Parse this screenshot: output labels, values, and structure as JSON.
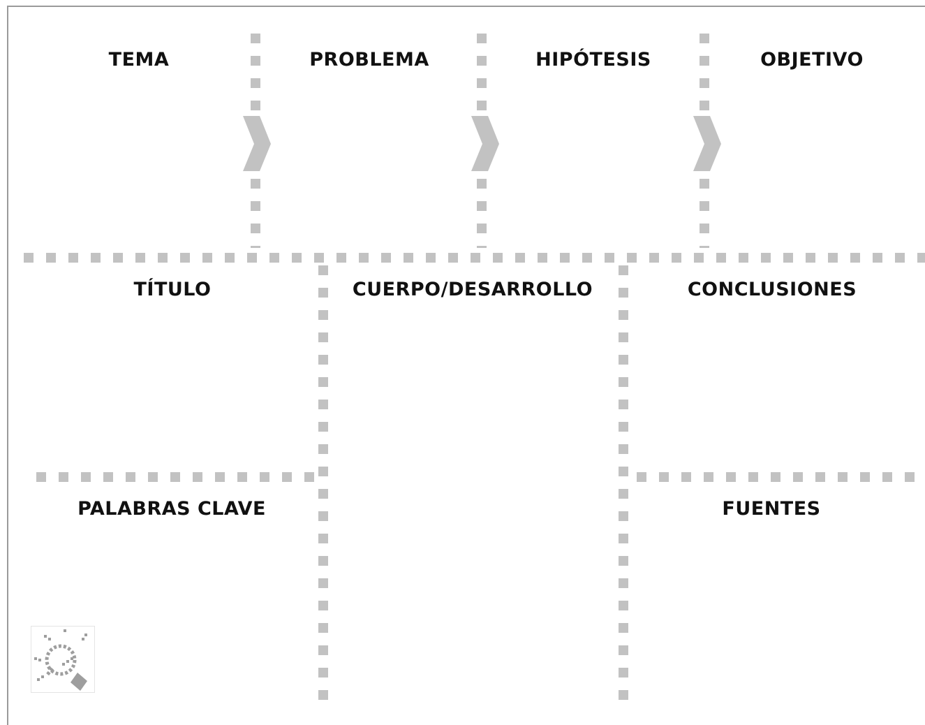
{
  "top_row": {
    "tema": "TEMA",
    "problema": "PROBLEMA",
    "hipotesis": "HIPÓTESIS",
    "objetivo": "OBJETIVO"
  },
  "bottom_section": {
    "titulo": "TÍTULO",
    "cuerpo": "CUERPO/DESARROLLO",
    "conclusiones": "CONCLUSIONES",
    "palabras_clave": "PALABRAS CLAVE",
    "fuentes": "FUENTES"
  },
  "colors": {
    "dash": "#c2c2c2",
    "text": "#111111",
    "frame": "#9a9a9a",
    "logo": "#9e9e9e"
  },
  "icons": {
    "arrow": "chevron-right-icon",
    "logo": "lightbulb-logo-icon"
  }
}
